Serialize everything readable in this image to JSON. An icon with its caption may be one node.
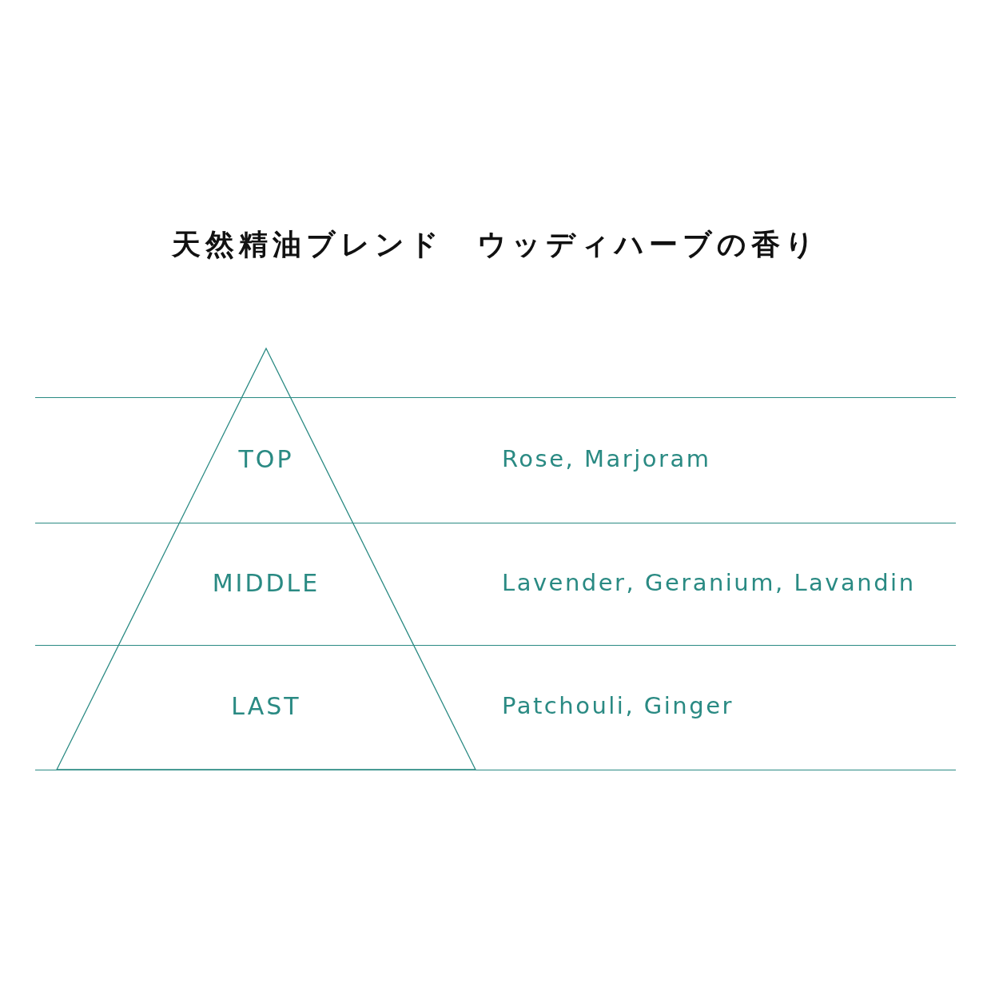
{
  "diagram": {
    "title": "天然精油ブレンド　ウッディハーブの香り",
    "nodes": [
      {
        "text": [
          "TOP",
          "Rose, Marjoram"
        ]
      },
      {
        "text": [
          "MIDDLE",
          "Lavender, Geranium, Lavandin"
        ]
      },
      {
        "text": [
          "LAST",
          "Patchouli, Ginger"
        ]
      }
    ]
  }
}
